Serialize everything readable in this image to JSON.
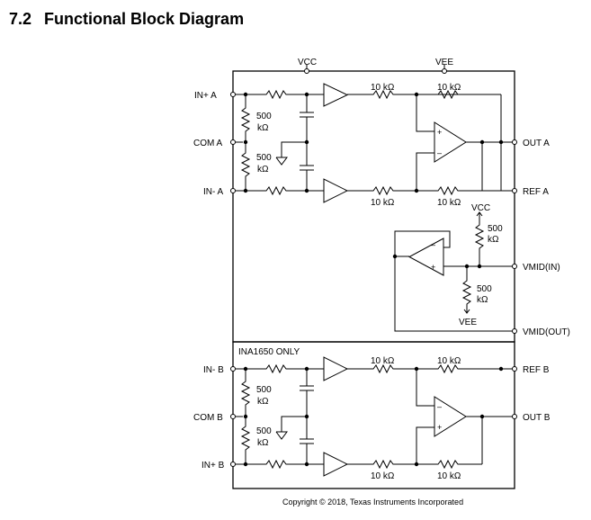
{
  "heading": {
    "number": "7.2",
    "title": "Functional Block Diagram"
  },
  "supply": {
    "vcc": "VCC",
    "vee": "VEE"
  },
  "pins": {
    "in_plus_a": "IN+ A",
    "com_a": "COM A",
    "in_minus_a": "IN- A",
    "out_a": "OUT A",
    "ref_a": "REF A",
    "vmid_in": "VMID(IN)",
    "vmid_out": "VMID(OUT)",
    "in_minus_b": "IN- B",
    "com_b": "COM B",
    "in_plus_b": "IN+ B",
    "ref_b": "REF B",
    "out_b": "OUT B"
  },
  "resistors": {
    "r10k": "10 kΩ",
    "r500": "500",
    "unit_k": "kΩ"
  },
  "opamp_signs": {
    "plus": "+",
    "minus": "–"
  },
  "section_b_label": "INA1650 ONLY",
  "footer": "Copyright © 2018, Texas Instruments Incorporated"
}
